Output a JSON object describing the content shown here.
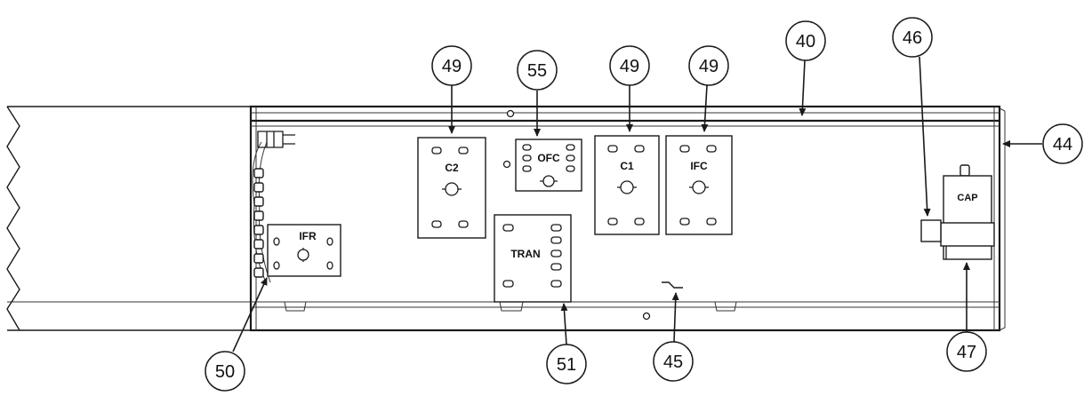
{
  "components": {
    "c2": "C2",
    "ofc": "OFC",
    "c1": "C1",
    "ifc": "IFC",
    "ifr": "IFR",
    "tran": "TRAN",
    "cap": "CAP"
  },
  "callouts": {
    "c49a": "49",
    "c55": "55",
    "c49b": "49",
    "c49c": "49",
    "c40": "40",
    "c46": "46",
    "c44": "44",
    "c50": "50",
    "c51": "51",
    "c45": "45",
    "c47": "47"
  }
}
